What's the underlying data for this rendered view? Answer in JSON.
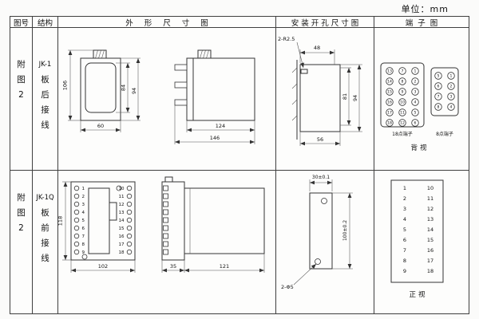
{
  "unit_label": "单位：mm",
  "header": {
    "col_fig": "图号",
    "col_structure": "结构",
    "col_outline": "外形尺寸图",
    "col_install": "安装开孔尺寸图",
    "col_terminal": "端子图"
  },
  "rows": [
    {
      "fig_chars": [
        "附",
        "图",
        "2"
      ],
      "model": "JK-1",
      "wiring_chars": [
        "板",
        "后",
        "接",
        "线"
      ],
      "outline": {
        "front": {
          "total_height": "106",
          "window_height": "84",
          "body_height": "94",
          "width": "60"
        },
        "side": {
          "body_depth": "124",
          "total_depth": "146"
        }
      },
      "install": {
        "hole_note": "2-R2.5",
        "top": "48",
        "inner_height": "81",
        "outer_height": "94",
        "bottom": "56"
      },
      "terminals": {
        "grid18": [
          [
            13,
            7,
            1
          ],
          [
            14,
            8,
            2
          ],
          [
            15,
            9,
            3
          ],
          [
            16,
            10,
            4
          ],
          [
            17,
            11,
            5
          ],
          [
            18,
            12,
            6
          ]
        ],
        "grid8": [
          [
            5,
            1
          ],
          [
            6,
            2
          ],
          [
            7,
            3
          ],
          [
            8,
            4
          ]
        ],
        "caption18": "18点端子",
        "caption8": "8点端子",
        "view": "背视"
      }
    },
    {
      "fig_chars": [
        "附",
        "图",
        "2"
      ],
      "model": "JK-1Q",
      "wiring_chars": [
        "板",
        "前",
        "接",
        "线"
      ],
      "outline": {
        "front": {
          "left": [
            1,
            2,
            3,
            4,
            5,
            6,
            7,
            8,
            9
          ],
          "right": [
            10,
            11,
            12,
            13,
            14,
            15,
            16,
            17,
            18
          ],
          "height": "118",
          "width": "102"
        },
        "side": {
          "front_depth": "35",
          "body_depth": "121"
        }
      },
      "install": {
        "width": "30±0.1",
        "height": "100±0.2",
        "hole_note": "2-Φ5"
      },
      "terminals": {
        "left": [
          1,
          2,
          3,
          4,
          5,
          6,
          7,
          8,
          9
        ],
        "right": [
          10,
          11,
          12,
          13,
          14,
          15,
          16,
          17,
          18
        ],
        "view": "正视"
      }
    }
  ]
}
